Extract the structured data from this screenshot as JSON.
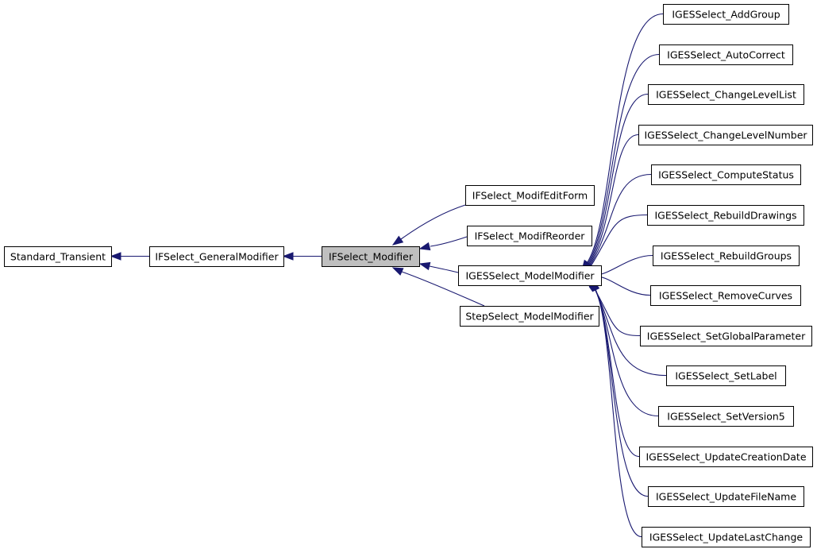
{
  "diagram": {
    "type": "inheritance-graph",
    "colors": {
      "edge": "#191970",
      "box_border": "#000000",
      "focus_fill": "#bfbfbf",
      "box_fill": "#ffffff"
    },
    "nodes": [
      {
        "id": "standard_transient",
        "label": "Standard_Transient"
      },
      {
        "id": "general_modifier",
        "label": "IFSelect_GeneralModifier"
      },
      {
        "id": "modifier",
        "label": "IFSelect_Modifier",
        "focus": true
      },
      {
        "id": "modif_edit_form",
        "label": "IFSelect_ModifEditForm"
      },
      {
        "id": "modif_reorder",
        "label": "IFSelect_ModifReorder"
      },
      {
        "id": "iges_model_modifier",
        "label": "IGESSelect_ModelModifier"
      },
      {
        "id": "step_model_modifier",
        "label": "StepSelect_ModelModifier"
      },
      {
        "id": "add_group",
        "label": "IGESSelect_AddGroup"
      },
      {
        "id": "auto_correct",
        "label": "IGESSelect_AutoCorrect"
      },
      {
        "id": "change_level_list",
        "label": "IGESSelect_ChangeLevelList"
      },
      {
        "id": "change_level_number",
        "label": "IGESSelect_ChangeLevelNumber"
      },
      {
        "id": "compute_status",
        "label": "IGESSelect_ComputeStatus"
      },
      {
        "id": "rebuild_drawings",
        "label": "IGESSelect_RebuildDrawings"
      },
      {
        "id": "rebuild_groups",
        "label": "IGESSelect_RebuildGroups"
      },
      {
        "id": "remove_curves",
        "label": "IGESSelect_RemoveCurves"
      },
      {
        "id": "set_global_parameter",
        "label": "IGESSelect_SetGlobalParameter"
      },
      {
        "id": "set_label",
        "label": "IGESSelect_SetLabel"
      },
      {
        "id": "set_version5",
        "label": "IGESSelect_SetVersion5"
      },
      {
        "id": "update_creation_date",
        "label": "IGESSelect_UpdateCreationDate"
      },
      {
        "id": "update_file_name",
        "label": "IGESSelect_UpdateFileName"
      },
      {
        "id": "update_last_change",
        "label": "IGESSelect_UpdateLastChange"
      }
    ],
    "edges": [
      {
        "from": "general_modifier",
        "to": "standard_transient"
      },
      {
        "from": "modifier",
        "to": "general_modifier"
      },
      {
        "from": "modif_edit_form",
        "to": "modifier"
      },
      {
        "from": "modif_reorder",
        "to": "modifier"
      },
      {
        "from": "iges_model_modifier",
        "to": "modifier"
      },
      {
        "from": "step_model_modifier",
        "to": "modifier"
      },
      {
        "from": "add_group",
        "to": "iges_model_modifier"
      },
      {
        "from": "auto_correct",
        "to": "iges_model_modifier"
      },
      {
        "from": "change_level_list",
        "to": "iges_model_modifier"
      },
      {
        "from": "change_level_number",
        "to": "iges_model_modifier"
      },
      {
        "from": "compute_status",
        "to": "iges_model_modifier"
      },
      {
        "from": "rebuild_drawings",
        "to": "iges_model_modifier"
      },
      {
        "from": "rebuild_groups",
        "to": "iges_model_modifier"
      },
      {
        "from": "remove_curves",
        "to": "iges_model_modifier"
      },
      {
        "from": "set_global_parameter",
        "to": "iges_model_modifier"
      },
      {
        "from": "set_label",
        "to": "iges_model_modifier"
      },
      {
        "from": "set_version5",
        "to": "iges_model_modifier"
      },
      {
        "from": "update_creation_date",
        "to": "iges_model_modifier"
      },
      {
        "from": "update_file_name",
        "to": "iges_model_modifier"
      },
      {
        "from": "update_last_change",
        "to": "iges_model_modifier"
      }
    ]
  }
}
